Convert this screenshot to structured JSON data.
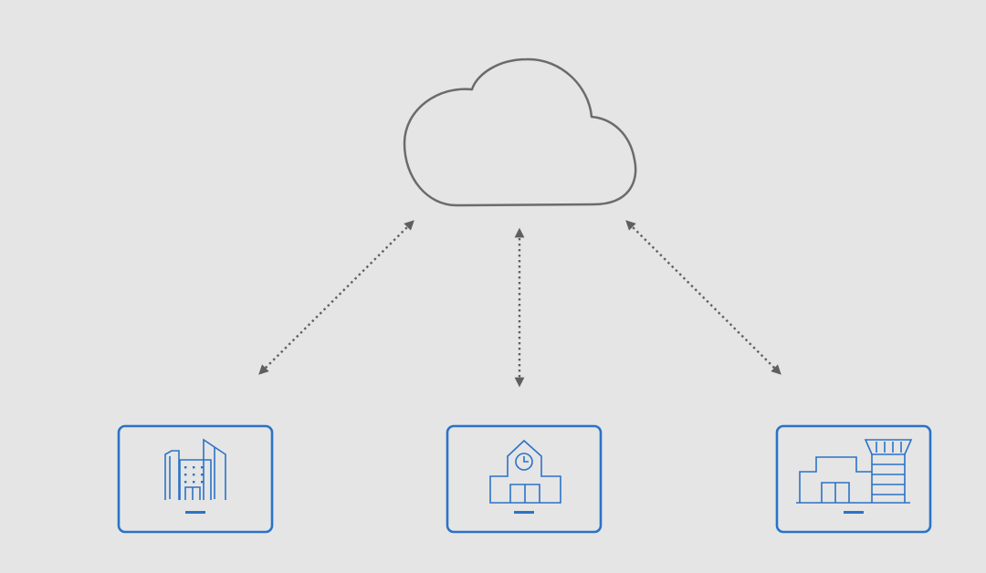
{
  "diagram": {
    "background_color": "#e5e5e5",
    "cloud": {
      "icon": "cloud-icon",
      "stroke_color": "#6b6b6b"
    },
    "connectors": {
      "color": "#5f5f5f",
      "style": "dotted",
      "arrowheads": "both-ends",
      "links": [
        {
          "from": "cloud",
          "to": "office-buildings"
        },
        {
          "from": "cloud",
          "to": "school"
        },
        {
          "from": "cloud",
          "to": "airport"
        }
      ]
    },
    "nodes": [
      {
        "id": "office-buildings",
        "icon": "office-buildings-icon",
        "color": "#2b73c7"
      },
      {
        "id": "school",
        "icon": "school-clock-icon",
        "color": "#2b73c7"
      },
      {
        "id": "airport",
        "icon": "airport-tower-icon",
        "color": "#2b73c7"
      }
    ]
  }
}
